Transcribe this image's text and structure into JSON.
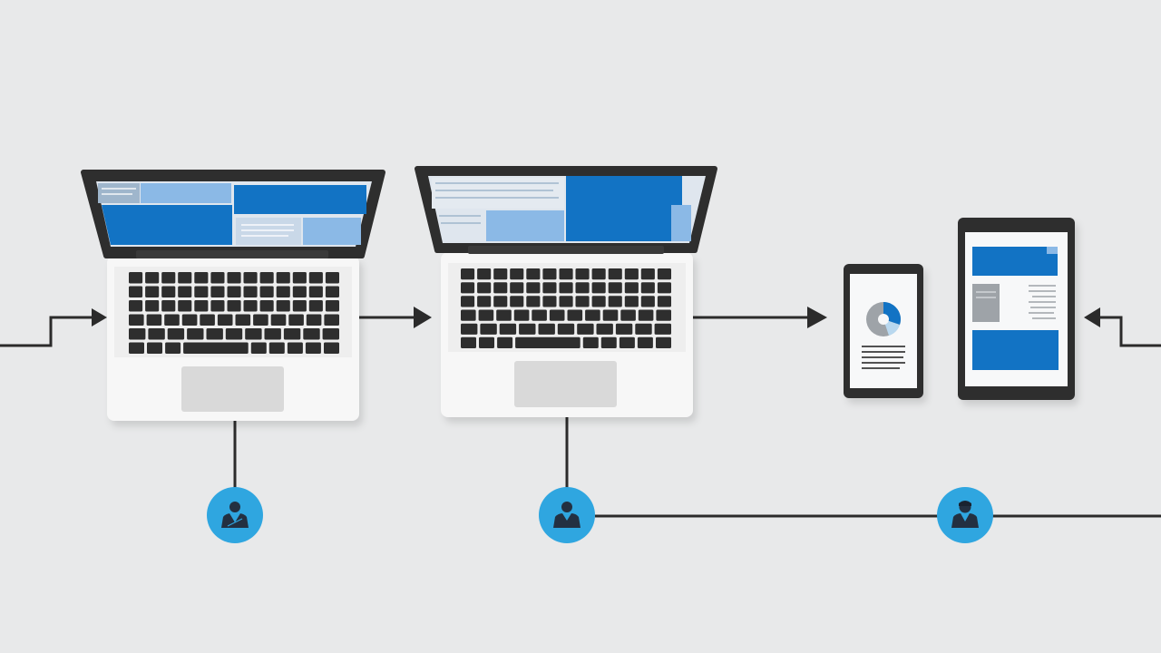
{
  "colors": {
    "background": "#e8e9ea",
    "line": "#2b2b2b",
    "device_frame": "#2e2e2e",
    "laptop_body": "#f7f7f7",
    "key": "#2e2e2e",
    "trackpad": "#d9d9d9",
    "screen_blue": "#1273c4",
    "screen_light_blue": "#8bb9e6",
    "screen_pale": "#cfe0f2",
    "user_node": "#2fa6e0",
    "user_glyph": "#233041",
    "chart_gray": "#9ea3a8",
    "chart_light": "#b9d8ef"
  },
  "diagram": {
    "devices": [
      {
        "name": "laptop-1",
        "kind": "laptop"
      },
      {
        "name": "laptop-2",
        "kind": "laptop"
      },
      {
        "name": "phone",
        "kind": "phone"
      },
      {
        "name": "tablet",
        "kind": "tablet"
      }
    ],
    "user_nodes": [
      {
        "name": "user-node-1",
        "icon": "user-icon"
      },
      {
        "name": "user-node-2",
        "icon": "user-icon"
      },
      {
        "name": "user-node-3",
        "icon": "user-icon"
      }
    ],
    "arrows": [
      {
        "name": "arrow-into-laptop-1",
        "icon": "arrow-right-icon"
      },
      {
        "name": "arrow-laptop-1-to-laptop-2",
        "icon": "arrow-right-icon"
      },
      {
        "name": "arrow-laptop-2-to-phone",
        "icon": "arrow-right-icon"
      },
      {
        "name": "arrow-into-tablet",
        "icon": "arrow-left-icon"
      }
    ]
  }
}
